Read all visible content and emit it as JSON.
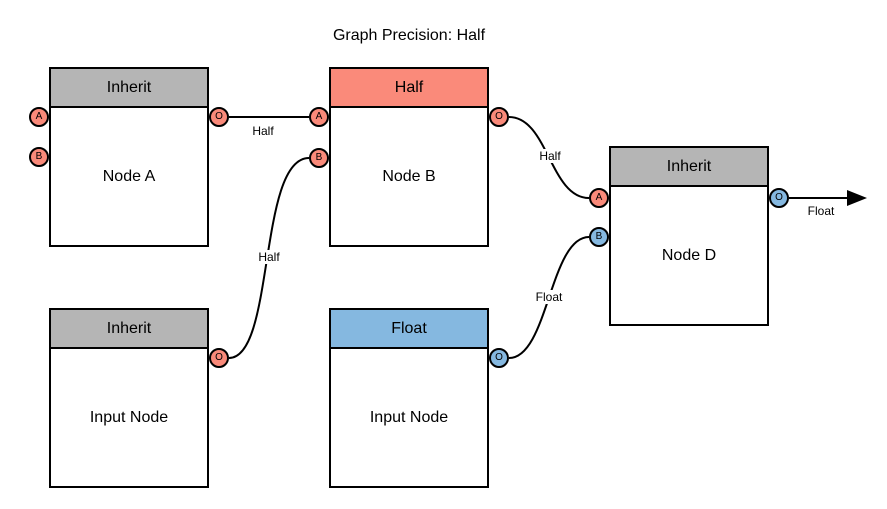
{
  "title": "Graph Precision: Half",
  "colors": {
    "half_salmon": "#fa8a7a",
    "float_blue": "#85b8e0",
    "inherit_gray": "#b5b5b5",
    "stroke": "#000000"
  },
  "nodes": {
    "node_a": {
      "header": "Inherit",
      "label": "Node A",
      "ports": {
        "a": "A",
        "b": "B",
        "o": "O"
      }
    },
    "node_b": {
      "header": "Half",
      "label": "Node B",
      "ports": {
        "a": "A",
        "b": "B",
        "o": "O"
      }
    },
    "node_d": {
      "header": "Inherit",
      "label": "Node D",
      "ports": {
        "a": "A",
        "b": "B",
        "o": "O"
      }
    },
    "input_node_left": {
      "header": "Inherit",
      "label": "Input Node",
      "ports": {
        "o": "O"
      }
    },
    "input_node_middle": {
      "header": "Float",
      "label": "Input Node",
      "ports": {
        "o": "O"
      }
    }
  },
  "edges": {
    "node_a_to_node_b": {
      "label": "Half"
    },
    "input_left_to_node_b": {
      "label": "Half"
    },
    "node_b_to_node_d": {
      "label": "Half"
    },
    "input_middle_to_node_d": {
      "label": "Float"
    },
    "node_d_output": {
      "label": "Float"
    }
  }
}
